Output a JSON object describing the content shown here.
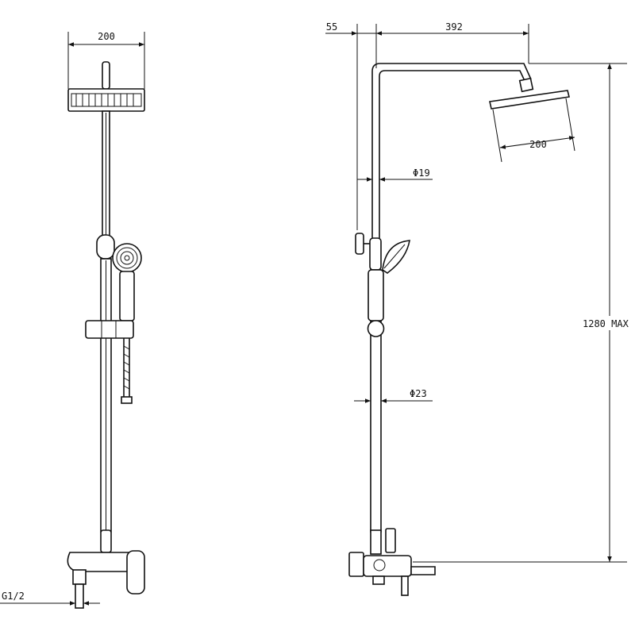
{
  "dimensions": {
    "front_head_width": "200",
    "side_offset": "55",
    "arm_length": "392",
    "side_head_width": "200",
    "upper_pipe_diameter": "Φ19",
    "lower_pipe_diameter": "Φ23",
    "max_height": "1280 MAX",
    "inlet_thread": "G1/2"
  }
}
